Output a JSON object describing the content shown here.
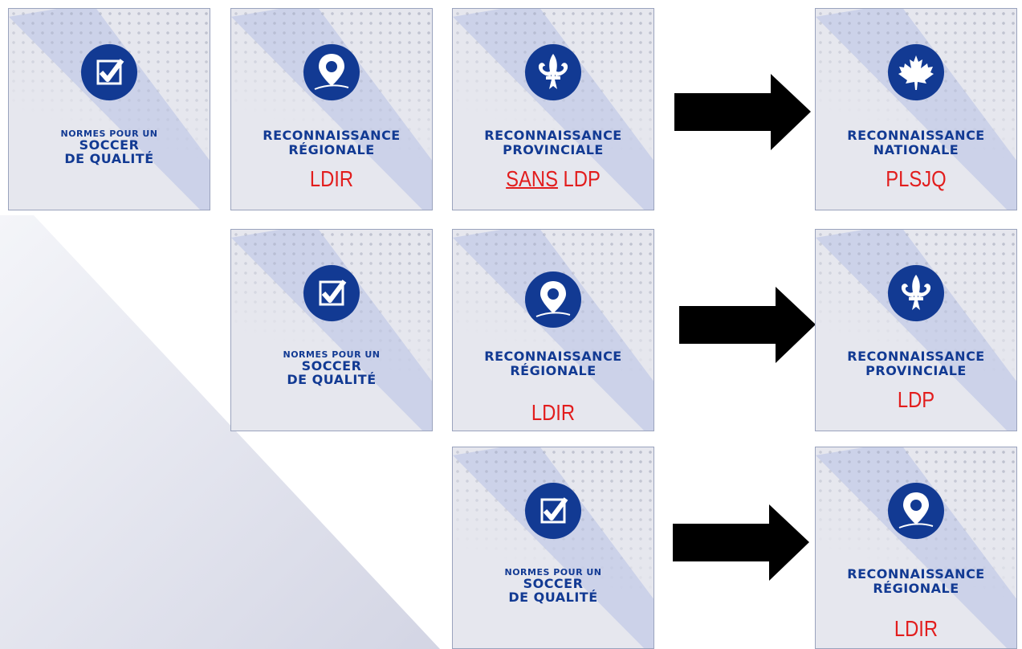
{
  "labels": {
    "recognition": "RECONNAISSANCE",
    "regional": "RÉGIONALE",
    "provincial": "PROVINCIALE",
    "national": "NATIONALE",
    "norms_small": "NORMES POUR UN",
    "norms_soccer": "SOCCER",
    "norms_quality": "DE QUALITÉ"
  },
  "tags": {
    "row1_regional": "LDIR",
    "row1_provincial_sans": "SANS",
    "row1_provincial_rest": " LDP",
    "row1_national": "PLSJQ",
    "row2_regional": "LDIR",
    "row2_provincial": "LDP",
    "row3_regional": "LDIR"
  },
  "icons": [
    "checkbox-icon",
    "map-pin-icon",
    "fleur-de-lis-icon",
    "maple-leaf-icon"
  ],
  "colors": {
    "brand_blue": "#123a93",
    "tag_red": "#e21d1d",
    "card_bg": "#e6e7ee",
    "arrow": "#000000"
  }
}
